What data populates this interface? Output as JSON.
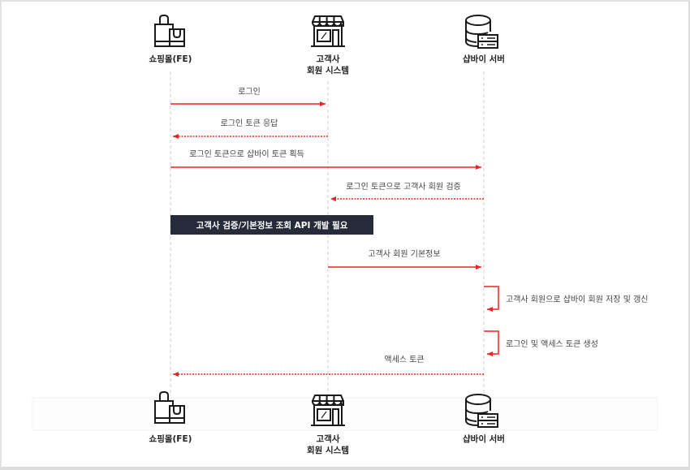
{
  "colors": {
    "arrow": "#ee2222",
    "note_bg": "#262b3a",
    "note_text": "#ffffff",
    "lifeline": "#cfcfcf",
    "text": "#444444"
  },
  "actors": [
    {
      "id": "shop",
      "icon": "shopping-bag-icon",
      "label_lines": [
        "쇼핑몰(FE)"
      ]
    },
    {
      "id": "member",
      "icon": "storefront-icon",
      "label_lines": [
        "고객사",
        "회원 시스템"
      ]
    },
    {
      "id": "server",
      "icon": "database-server-icon",
      "label_lines": [
        "샵바이 서버"
      ]
    }
  ],
  "messages": [
    {
      "from": "shop",
      "to": "member",
      "label": "로그인",
      "style": "solid"
    },
    {
      "from": "member",
      "to": "shop",
      "label": "로그인 토큰 응답",
      "style": "dotted"
    },
    {
      "from": "shop",
      "to": "server",
      "label": "로그인 토큰으로 샵바이 토큰 획득",
      "style": "solid"
    },
    {
      "from": "server",
      "to": "member",
      "label": "로그인 토큰으로 고객사 회원 검증",
      "style": "dotted"
    },
    {
      "from": "member",
      "to": "server",
      "label": "고객사 회원 기본정보",
      "style": "solid"
    },
    {
      "from": "server",
      "to": "server",
      "label": "고객사 회원으로 샵바이 회원 저장 및 갱신",
      "style": "self"
    },
    {
      "from": "server",
      "to": "server",
      "label": "로그인 및 액세스 토큰 생성",
      "style": "self"
    },
    {
      "from": "server",
      "to": "shop",
      "label": "액세스 토큰",
      "style": "dotted"
    }
  ],
  "note": {
    "text": "고객사 검증/기본정보 조회 API 개발 필요"
  }
}
